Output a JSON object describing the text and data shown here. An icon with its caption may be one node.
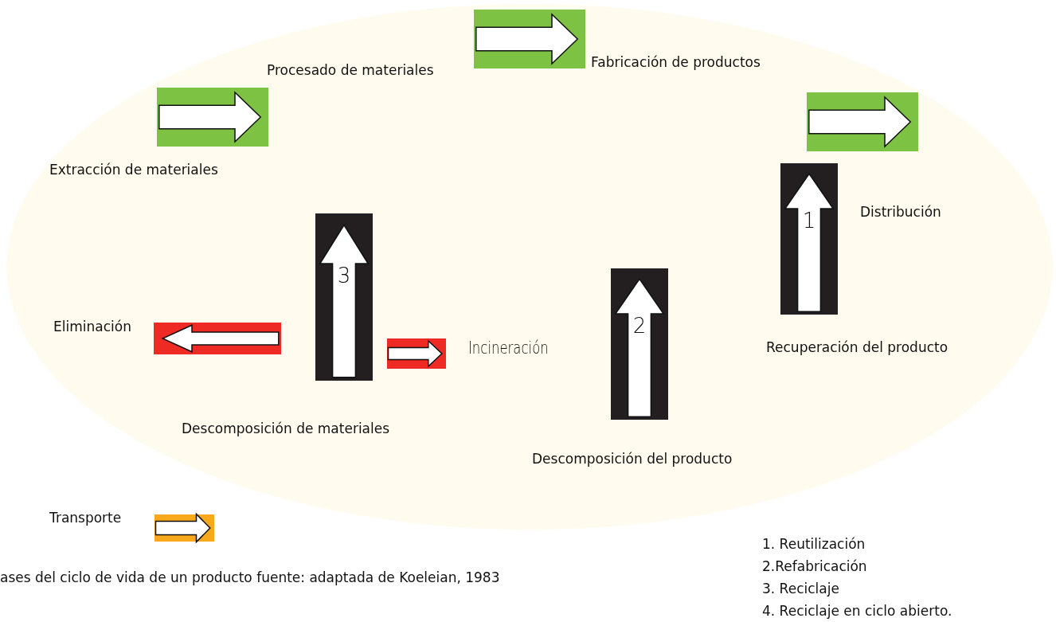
{
  "diagram": {
    "caption": "ases del ciclo de vida de un producto fuente: adaptada de Koeleian, 1983",
    "nodes": [
      {
        "text": [],
        "shape": "arrow"
      },
      {
        "text": [
          "Procesado de materiales"
        ]
      },
      {
        "text": [
          "Fabricación de productos"
        ]
      },
      {
        "text": [],
        "shape": "arrow"
      },
      {
        "text": [],
        "shape": "arrow"
      },
      {
        "text": [
          "Extracción de materiales"
        ]
      },
      {
        "text": [
          "1"
        ]
      },
      {
        "text": [
          "Distribución"
        ]
      },
      {
        "text": [
          "3"
        ]
      },
      {
        "text": [
          "2"
        ]
      },
      {
        "text": [
          "Eliminación"
        ]
      },
      {
        "text": [],
        "shape": "arrow"
      },
      {
        "text": [],
        "shape": "arrow"
      },
      {
        "text": [
          "Incineración"
        ]
      },
      {
        "text": [
          "Recuperación del producto"
        ]
      },
      {
        "text": [
          "Descomposición de materiales"
        ]
      },
      {
        "text": [
          "Descomposición del producto"
        ]
      }
    ],
    "edges": [],
    "labels": [
      "1. Reutilización",
      "2.Refabricación",
      "3. Reciclaje",
      "4. Reciclaje en ciclo abierto."
    ],
    "legend": [
      {
        "text": "Transporte"
      }
    ]
  }
}
